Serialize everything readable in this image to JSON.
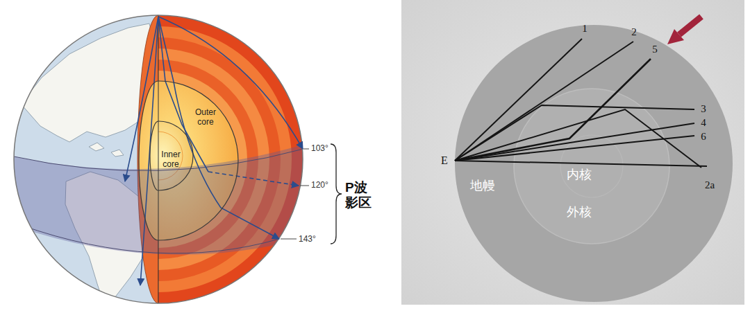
{
  "diagram": {
    "nodes": [
      {
        "text": [
          "Outer core"
        ]
      },
      {
        "text": [
          "Inner core"
        ],
        "in": 0
      }
    ],
    "labels": [
      "103°",
      "120°",
      "143°",
      "P波 影区",
      "1",
      "2",
      "5",
      "3",
      "4",
      "6",
      "2a",
      "E",
      "地幔",
      "内核",
      "外核"
    ]
  }
}
